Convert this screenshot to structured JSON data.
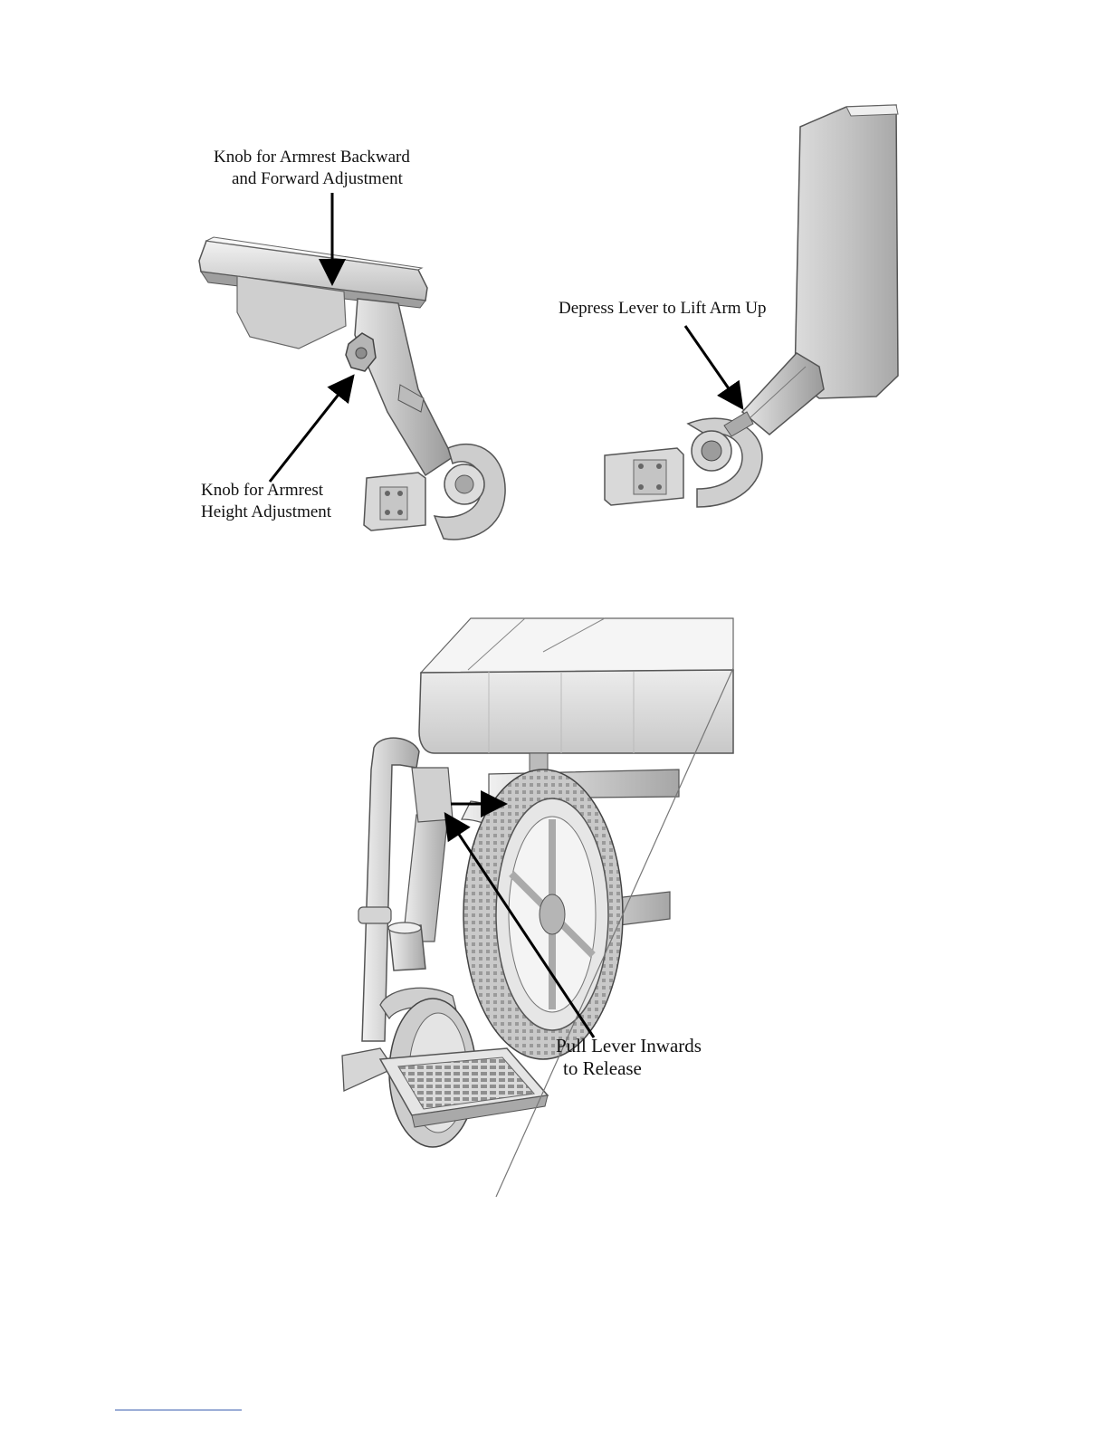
{
  "figures": {
    "armrest_adjust": {
      "callouts": {
        "backward_forward_knob": {
          "line1": "Knob for Armrest  Backward",
          "line2": "and Forward Adjustment"
        },
        "height_knob": {
          "line1": "Knob for Armrest",
          "line2": "Height Adjustment"
        }
      }
    },
    "armrest_lift": {
      "callouts": {
        "lift_lever": {
          "line1": "Depress Lever to Lift Arm Up"
        }
      }
    },
    "footrest_release": {
      "callouts": {
        "release_lever": {
          "line1": "Pull Lever Inwards",
          "line2": "to Release"
        }
      }
    }
  },
  "colors": {
    "line_art": "#4a4a4a",
    "arrow": "#000000",
    "footer_rule": "#3b5fb0"
  }
}
